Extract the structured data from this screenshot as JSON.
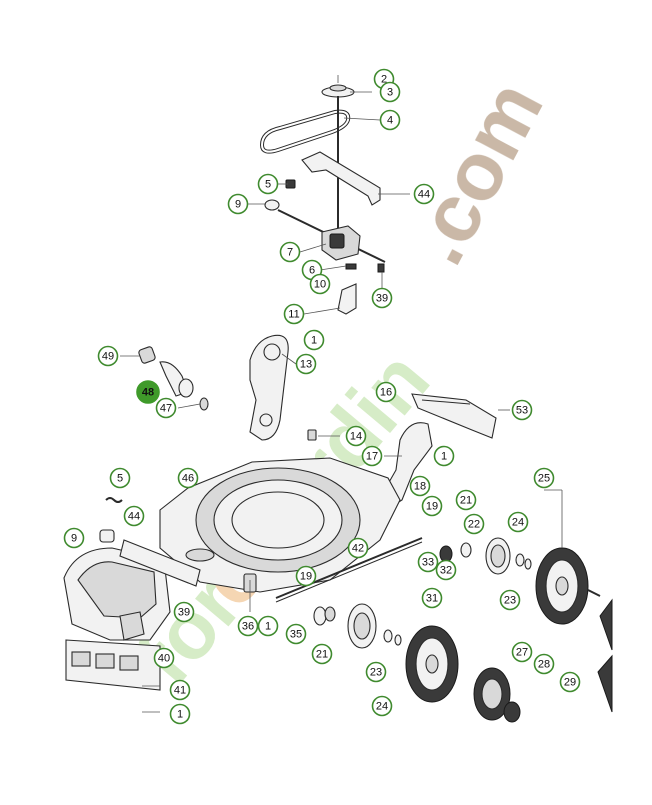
{
  "diagram": {
    "title": "",
    "highlighted_part": "48",
    "colors": {
      "callout_stroke": "#3f8a2e",
      "callout_highlight": "#3f9a2a",
      "watermark_brown": "#b8a18a",
      "watermark_green": "#c9e6b4",
      "watermark_orange": "#f2c99a"
    },
    "callouts": [
      {
        "id": "c2",
        "label": "2"
      },
      {
        "id": "c3",
        "label": "3"
      },
      {
        "id": "c4",
        "label": "4"
      },
      {
        "id": "c5a",
        "label": "5"
      },
      {
        "id": "c44a",
        "label": "44"
      },
      {
        "id": "c9a",
        "label": "9"
      },
      {
        "id": "c7",
        "label": "7"
      },
      {
        "id": "c6",
        "label": "6"
      },
      {
        "id": "c10",
        "label": "10"
      },
      {
        "id": "c39a",
        "label": "39"
      },
      {
        "id": "c11",
        "label": "11"
      },
      {
        "id": "c1a",
        "label": "1"
      },
      {
        "id": "c13",
        "label": "13"
      },
      {
        "id": "c49",
        "label": "49"
      },
      {
        "id": "c48",
        "label": "48"
      },
      {
        "id": "c47",
        "label": "47"
      },
      {
        "id": "c16",
        "label": "16"
      },
      {
        "id": "c53",
        "label": "53"
      },
      {
        "id": "c14",
        "label": "14"
      },
      {
        "id": "c17",
        "label": "17"
      },
      {
        "id": "c1b",
        "label": "1"
      },
      {
        "id": "c5b",
        "label": "5"
      },
      {
        "id": "c46",
        "label": "46"
      },
      {
        "id": "c18",
        "label": "18"
      },
      {
        "id": "c25",
        "label": "25"
      },
      {
        "id": "c19a",
        "label": "19"
      },
      {
        "id": "c21a",
        "label": "21"
      },
      {
        "id": "c44b",
        "label": "44"
      },
      {
        "id": "c22",
        "label": "22"
      },
      {
        "id": "c24a",
        "label": "24"
      },
      {
        "id": "c9b",
        "label": "9"
      },
      {
        "id": "c42",
        "label": "42"
      },
      {
        "id": "c33",
        "label": "33"
      },
      {
        "id": "c32",
        "label": "32"
      },
      {
        "id": "c19b",
        "label": "19"
      },
      {
        "id": "c23a",
        "label": "23"
      },
      {
        "id": "c31",
        "label": "31"
      },
      {
        "id": "c39b",
        "label": "39"
      },
      {
        "id": "c36",
        "label": "36"
      },
      {
        "id": "c1c",
        "label": "1"
      },
      {
        "id": "c35",
        "label": "35"
      },
      {
        "id": "c21b",
        "label": "21"
      },
      {
        "id": "c40",
        "label": "40"
      },
      {
        "id": "c27",
        "label": "27"
      },
      {
        "id": "c28",
        "label": "28"
      },
      {
        "id": "c23b",
        "label": "23"
      },
      {
        "id": "c41",
        "label": "41"
      },
      {
        "id": "c29",
        "label": "29"
      },
      {
        "id": "c24b",
        "label": "24"
      },
      {
        "id": "c1d",
        "label": "1"
      }
    ]
  }
}
